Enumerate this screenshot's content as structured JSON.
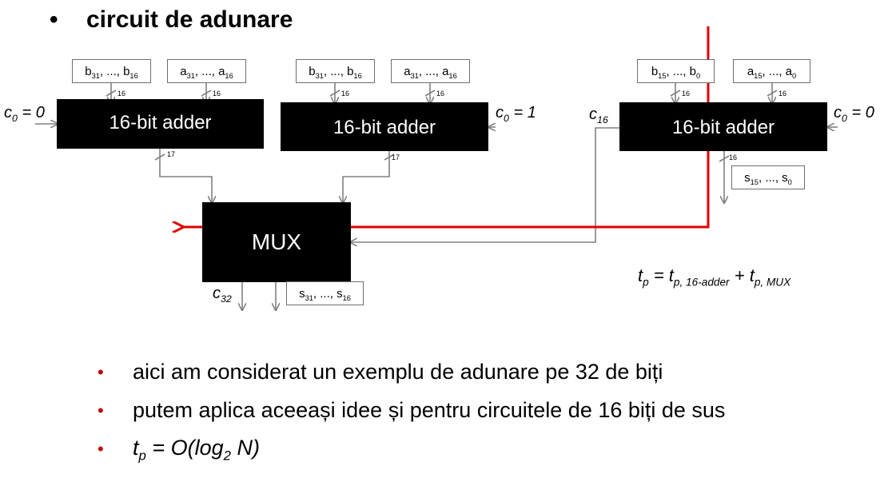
{
  "title": {
    "bullet": "•",
    "text": "circuit de adunare"
  },
  "inputs": {
    "b_hi_left": {
      "main": "b",
      "sub1": "31",
      "mid": ", ..., b",
      "sub2": "16"
    },
    "a_hi_left": {
      "main": "a",
      "sub1": "31",
      "mid": ", ..., a",
      "sub2": "16"
    },
    "b_hi_mid": {
      "main": "b",
      "sub1": "31",
      "mid": ", ..., b",
      "sub2": "16"
    },
    "a_hi_mid": {
      "main": "a",
      "sub1": "31",
      "mid": ", ..., a",
      "sub2": "16"
    },
    "b_lo": {
      "main": "b",
      "sub1": "15",
      "mid": ", ..., b",
      "sub2": "0"
    },
    "a_lo": {
      "main": "a",
      "sub1": "15",
      "mid": ", ..., a",
      "sub2": "0"
    }
  },
  "outputs": {
    "s_lo": {
      "main": "s",
      "sub1": "15",
      "mid": ", ..., s",
      "sub2": "0"
    },
    "s_hi": {
      "main": "s",
      "sub1": "31",
      "mid": ", ..., s",
      "sub2": "16"
    }
  },
  "blocks": {
    "adder_label": "16-bit adder",
    "mux_label": "MUX"
  },
  "carries": {
    "left_c0": {
      "c": "c",
      "sub": "0",
      "val": " = 0"
    },
    "mid_c0": {
      "c": "c",
      "sub": "0",
      "val": " = 1"
    },
    "right_c0": {
      "c": "c",
      "sub": "0",
      "val": " = 0"
    },
    "c16": {
      "c": "c",
      "sub": "16"
    },
    "c32": {
      "c": "c",
      "sub": "32"
    }
  },
  "bus_widths": {
    "w16": "16",
    "w17": "17"
  },
  "formula": {
    "t": "t",
    "p": "p",
    "eq": " = ",
    "sub1": "p, 16-adder",
    "plus": " + ",
    "sub2": "p, MUX"
  },
  "bullets": [
    {
      "dot": "•",
      "text": "aici am considerat un exemplu de adunare pe 32 de biți"
    },
    {
      "dot": "•",
      "text": "putem aplica aceeași idee și pentru circuitele de 16 biți de sus"
    },
    {
      "dot": "•",
      "t": "t",
      "p": "p",
      "rest1": " = O(log",
      "two": "2",
      "rest2": " N)"
    }
  ],
  "colors": {
    "critical_path": "#e00000",
    "wire": "#808080",
    "bullet": "#c00000"
  }
}
